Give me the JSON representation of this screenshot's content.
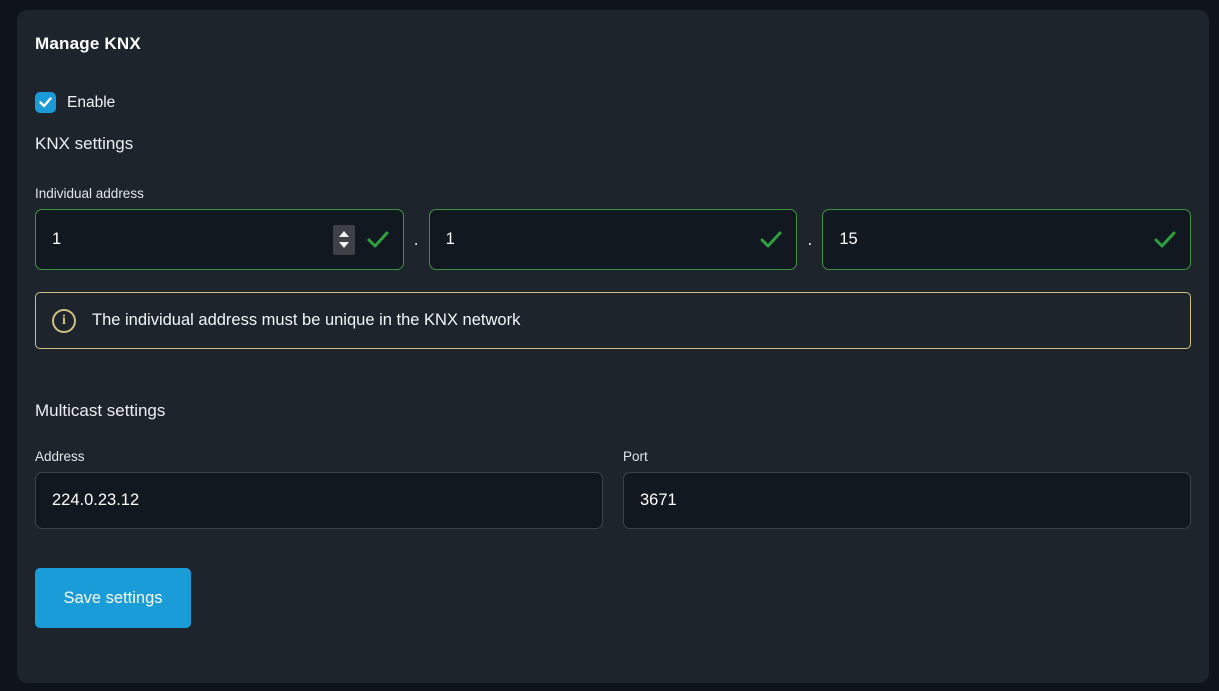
{
  "page": {
    "title": "Manage KNX"
  },
  "enable": {
    "label": "Enable",
    "checked": true
  },
  "knx_settings": {
    "heading": "KNX settings",
    "individual_address": {
      "label": "Individual address",
      "separator": ".",
      "parts": [
        "1",
        "1",
        "15"
      ],
      "valid": [
        true,
        true,
        true
      ]
    },
    "info": {
      "icon": "i",
      "text": "The individual address must be unique in the KNX network"
    }
  },
  "multicast": {
    "heading": "Multicast settings",
    "address": {
      "label": "Address",
      "value": "224.0.23.12"
    },
    "port": {
      "label": "Port",
      "value": "3671"
    }
  },
  "actions": {
    "save_label": "Save settings"
  },
  "colors": {
    "accent_blue": "#1a9cd8",
    "valid_green_border": "#3f9043",
    "valid_green_check": "#2f9e41",
    "info_yellow": "#cfc083",
    "card_background": "#1d242c",
    "page_background": "#0f141b",
    "input_background": "#12181f"
  }
}
